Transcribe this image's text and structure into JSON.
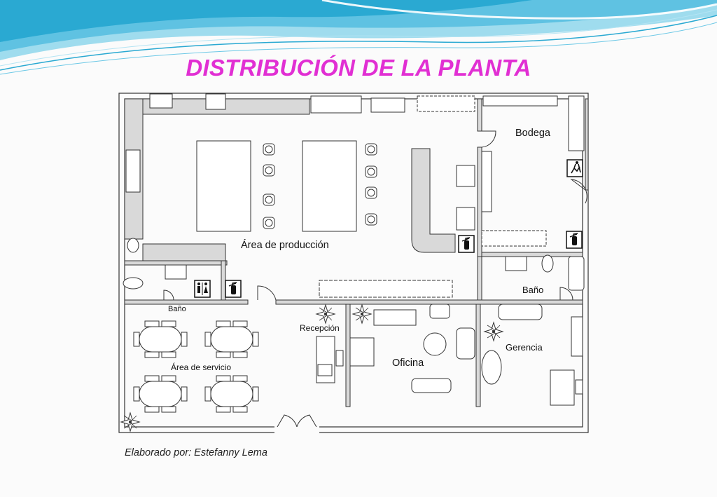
{
  "title": "DISTRIBUCIÓN DE LA PLANTA",
  "credit": "Elaborado por: Estefanny Lema",
  "colors": {
    "title": "#e12fd3",
    "wave_dark": "#2aa9d2",
    "wave_light": "#8ed7ec",
    "wall": "#d9d9d9",
    "wall_outline": "#333333"
  },
  "rooms": {
    "production": "Área de producción",
    "warehouse": "Bodega",
    "bathroom_right": "Baño",
    "bathroom_left": "Baño",
    "reception": "Recepción",
    "service": "Área de servicio",
    "office": "Oficina",
    "management": "Gerencia"
  },
  "icons": {
    "extinguisher": "fire-extinguisher-icon",
    "emergency_exit": "emergency-exit-icon",
    "restroom": "restroom-icon",
    "plant": "plant-icon"
  }
}
